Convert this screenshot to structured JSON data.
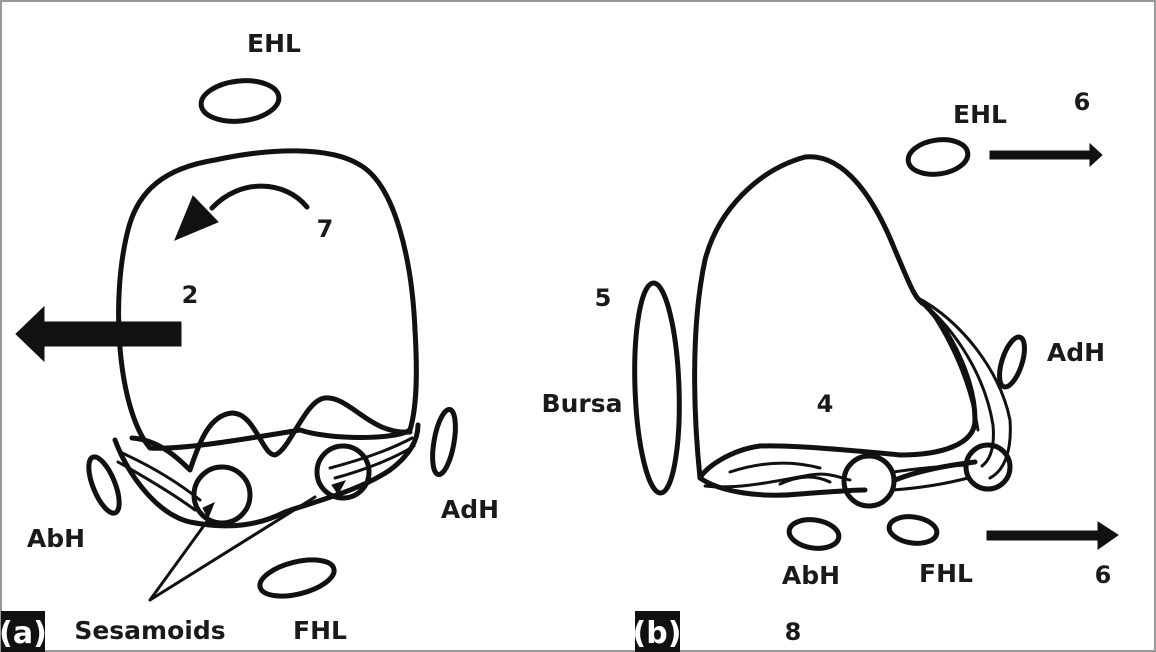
{
  "panel_a": {
    "tag": "(a)",
    "labels": {
      "ehl": "EHL",
      "rotation_number": "7",
      "translation_number": "2",
      "abh": "AbH",
      "adh": "AdH",
      "sesamoids": "Sesamoids",
      "fhl": "FHL"
    }
  },
  "panel_b": {
    "tag": "(b)",
    "labels": {
      "ehl": "EHL",
      "arrow_number_top": "6",
      "bursa_number": "5",
      "bursa": "Bursa",
      "center_number": "4",
      "adh": "AdH",
      "abh": "AbH",
      "fhl": "FHL",
      "arrow_number_bottom": "6",
      "bottom_number": "8"
    }
  },
  "colors": {
    "ink": "#111111",
    "background": "#ffffff",
    "frame": "#999999"
  }
}
